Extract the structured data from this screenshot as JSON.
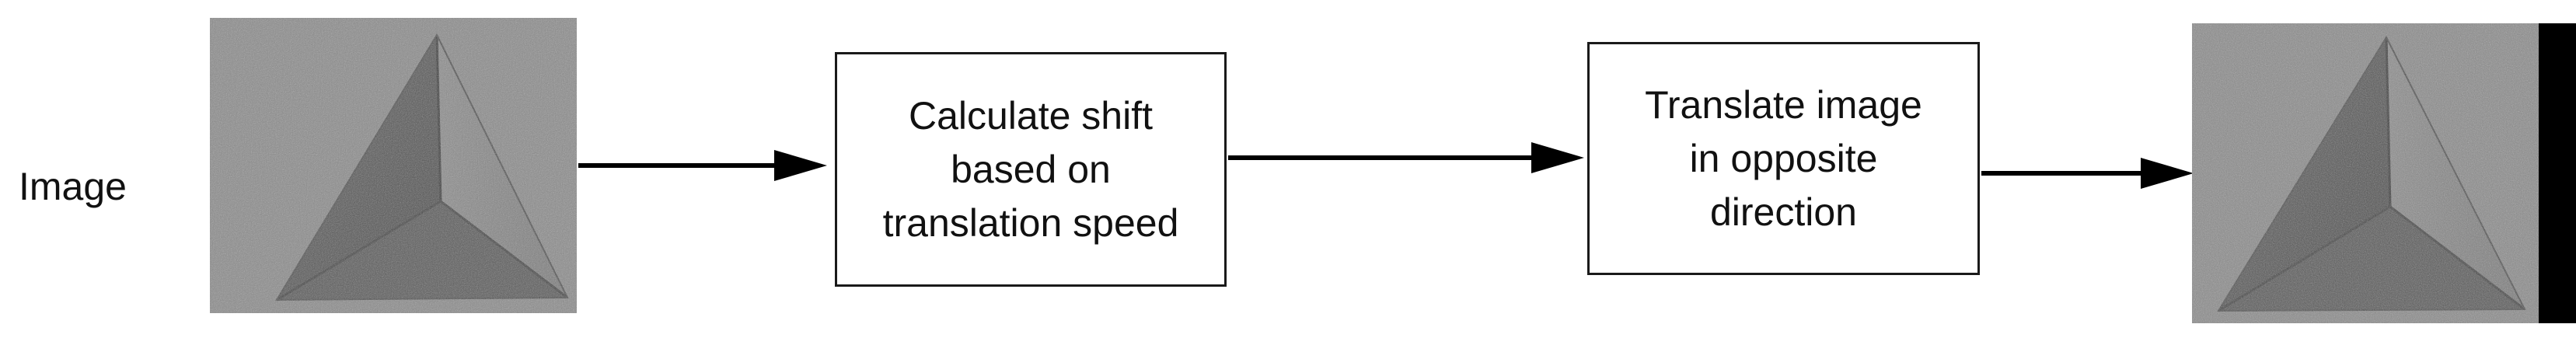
{
  "input_label": "Image",
  "steps": [
    {
      "text": "Calculate shift\nbased on\ntranslation speed"
    },
    {
      "text": "Translate image\nin opposite\ndirection"
    }
  ]
}
